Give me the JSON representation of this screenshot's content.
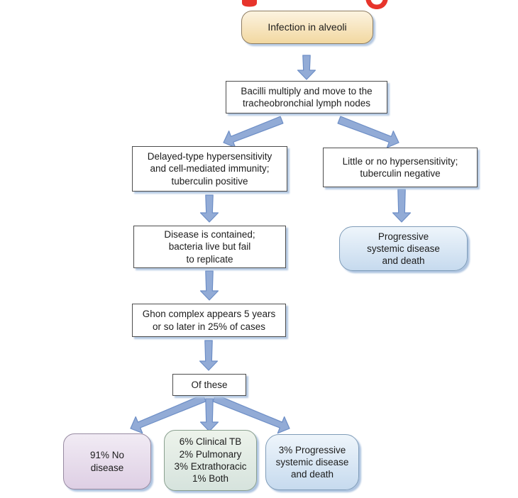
{
  "flowchart": {
    "title_fragment_color": "#e7342b",
    "nodes": [
      {
        "id": "infection",
        "label": "Infection in alveoli",
        "shape": "rounded",
        "palette": "tan"
      },
      {
        "id": "bacilli",
        "label": "Bacilli multiply and move to the\ntracheobronchial lymph nodes",
        "shape": "rect",
        "palette": "white"
      },
      {
        "id": "delayed",
        "label": "Delayed-type hypersensitivity\nand cell-mediated immunity;\ntuberculin positive",
        "shape": "rect",
        "palette": "white"
      },
      {
        "id": "little",
        "label": "Little or no hypersensitivity;\ntuberculin negative",
        "shape": "rect",
        "palette": "white"
      },
      {
        "id": "contained",
        "label": "Disease is contained;\nbacteria live but fail\nto replicate",
        "shape": "rect",
        "palette": "white"
      },
      {
        "id": "progressive",
        "label": "Progressive\nsystemic disease\nand death",
        "shape": "rounded",
        "palette": "blue"
      },
      {
        "id": "ghon",
        "label": "Ghon complex appears 5 years\nor so later in 25% of cases",
        "shape": "rect",
        "palette": "white"
      },
      {
        "id": "ofthese",
        "label": "Of these",
        "shape": "rect",
        "palette": "white"
      },
      {
        "id": "nodisease",
        "label": "91% No\ndisease",
        "shape": "rounded",
        "palette": "purple"
      },
      {
        "id": "clinical",
        "label": "6% Clinical TB\n2% Pulmonary\n3% Extrathoracic\n1% Both",
        "shape": "rounded",
        "palette": "green"
      },
      {
        "id": "progressive3",
        "label": "3% Progressive\nsystemic disease\nand death",
        "shape": "rounded",
        "palette": "blue"
      }
    ],
    "edges": [
      {
        "from": "infection",
        "to": "bacilli"
      },
      {
        "from": "bacilli",
        "to": "delayed"
      },
      {
        "from": "bacilli",
        "to": "little"
      },
      {
        "from": "delayed",
        "to": "contained"
      },
      {
        "from": "little",
        "to": "progressive"
      },
      {
        "from": "contained",
        "to": "ghon"
      },
      {
        "from": "ghon",
        "to": "ofthese"
      },
      {
        "from": "ofthese",
        "to": "nodisease"
      },
      {
        "from": "ofthese",
        "to": "clinical"
      },
      {
        "from": "ofthese",
        "to": "progressive3"
      }
    ],
    "colors": {
      "arrow_fill": "#92abd6",
      "arrow_stroke": "#6d8ec6",
      "rect_border": "#4d4d4d",
      "shadow": "#b5c9e2",
      "tan_box": "#f2d8a1",
      "blue_box": "#c6daee",
      "purple_box": "#decfe4",
      "green_box": "#d6e3dd",
      "text": "#1c1c1c"
    }
  }
}
